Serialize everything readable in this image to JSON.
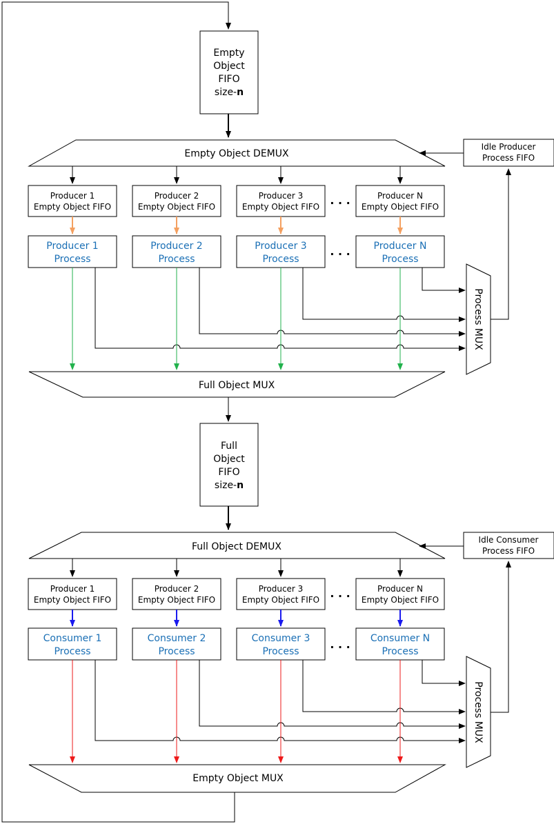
{
  "colors": {
    "process_text": "#1a6fb5",
    "arrow_orange": "#f4a060",
    "arrow_green": "#22b24c",
    "arrow_blue": "#1a1aee",
    "arrow_red": "#ee1a1a"
  },
  "empty_fifo": {
    "line1": "Empty",
    "line2": "Object",
    "line3": "FIFO",
    "size_prefix": "size-",
    "size_var": "n"
  },
  "full_fifo": {
    "line1": "Full",
    "line2": "Object",
    "line3": "FIFO",
    "size_prefix": "size-",
    "size_var": "n"
  },
  "empty_demux": "Empty Object DEMUX",
  "full_mux": "Full Object MUX",
  "full_demux": "Full Object DEMUX",
  "empty_mux": "Empty Object MUX",
  "idle_producer": {
    "line1": "Idle Producer",
    "line2": "Process FIFO"
  },
  "idle_consumer": {
    "line1": "Idle Consumer",
    "line2": "Process FIFO"
  },
  "process_mux_top": "Process MUX",
  "process_mux_bottom": "Process MUX",
  "ellipsis": "· · ·",
  "producer_fifos": [
    {
      "line1": "Producer 1",
      "line2": "Empty Object FIFO"
    },
    {
      "line1": "Producer 2",
      "line2": "Empty Object FIFO"
    },
    {
      "line1": "Producer 3",
      "line2": "Empty Object FIFO"
    },
    {
      "line1": "Producer N",
      "line2": "Empty Object FIFO"
    }
  ],
  "producer_processes": [
    {
      "line1": "Producer 1",
      "line2": "Process"
    },
    {
      "line1": "Producer 2",
      "line2": "Process"
    },
    {
      "line1": "Producer 3",
      "line2": "Process"
    },
    {
      "line1": "Producer N",
      "line2": "Process"
    }
  ],
  "consumer_fifos": [
    {
      "line1": "Producer 1",
      "line2": "Empty Object FIFO"
    },
    {
      "line1": "Producer 2",
      "line2": "Empty Object FIFO"
    },
    {
      "line1": "Producer 3",
      "line2": "Empty Object FIFO"
    },
    {
      "line1": "Producer N",
      "line2": "Empty Object FIFO"
    }
  ],
  "consumer_processes": [
    {
      "line1": "Consumer 1",
      "line2": "Process"
    },
    {
      "line1": "Consumer 2",
      "line2": "Process"
    },
    {
      "line1": "Consumer 3",
      "line2": "Process"
    },
    {
      "line1": "Consumer N",
      "line2": "Process"
    }
  ]
}
